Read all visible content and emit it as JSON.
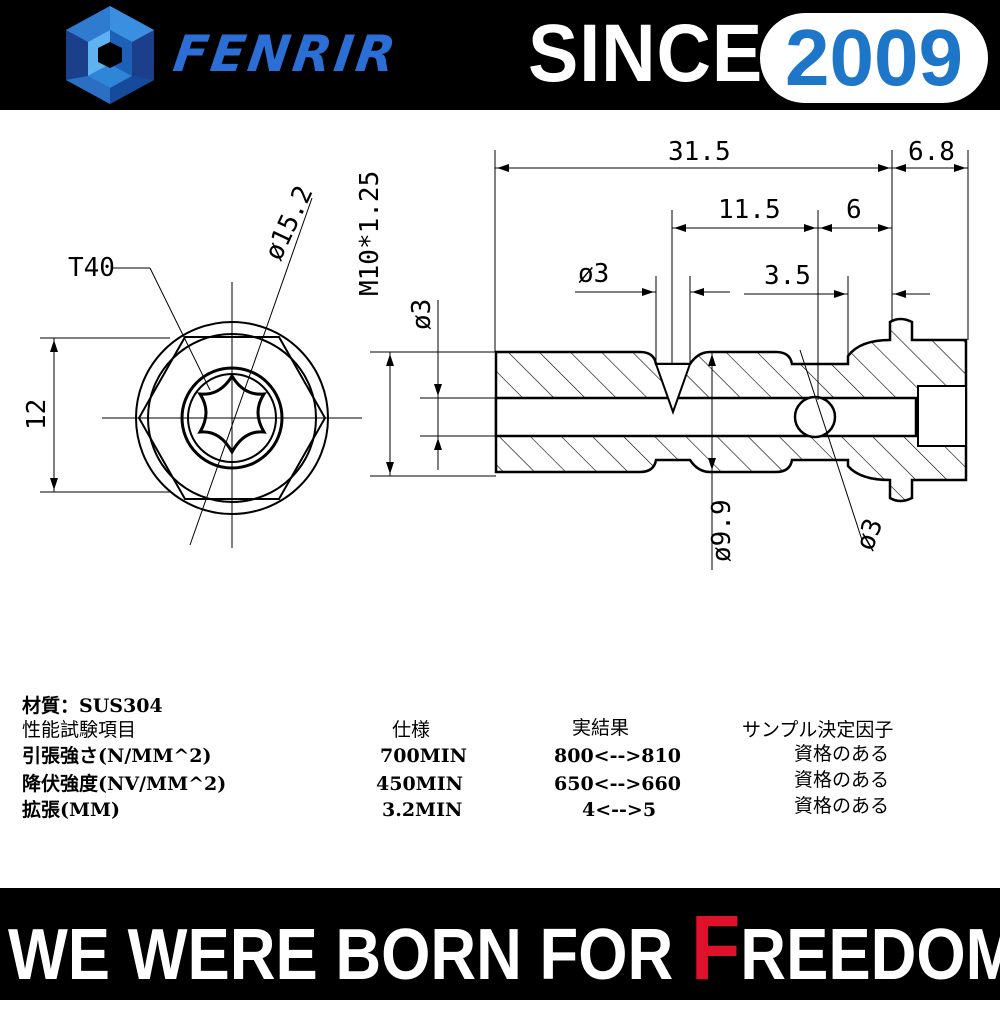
{
  "header": {
    "brand": "FENRIR",
    "since_label": "SINCE",
    "year": "2009",
    "brand_color": "#2b6fd6",
    "year_color": "#1e76c9"
  },
  "drawing": {
    "dim_31_5": "31.5",
    "dim_6_8": "6.8",
    "dim_11_5": "11.5",
    "dim_6": "6",
    "dim_3_5": "3.5",
    "dim_bore_top": "ø3",
    "dim_bore_left": "ø3",
    "dim_cross_hole": "ø3",
    "dim_inner": "ø9.9",
    "dim_thread": "M10*1.25",
    "dim_flange": "ø15.2",
    "dim_hex": "12",
    "drive": "T40"
  },
  "spec": {
    "material": "材質：SUS304",
    "header_item": "性能試験項目",
    "header_spec": "仕様",
    "header_result": "実結果",
    "header_factor": "サンプル決定因子",
    "rows": [
      {
        "item": "引張強さ(N/MM^2)",
        "spec": "700MIN",
        "result": "800<-->810",
        "factor": "資格のある"
      },
      {
        "item": "降伏強度(NV/MM^2)",
        "spec": "450MIN",
        "result": "650<-->660",
        "factor": "資格のある"
      },
      {
        "item": "拡張(MM)",
        "spec": "3.2MIN",
        "result": "4<-->5",
        "factor": "資格のある"
      }
    ]
  },
  "footer": {
    "slogan_part1": "WE WERE BORN FOR ",
    "slogan_red": "F",
    "slogan_part2": "REEDOM",
    "accent_color": "#e0112b"
  }
}
